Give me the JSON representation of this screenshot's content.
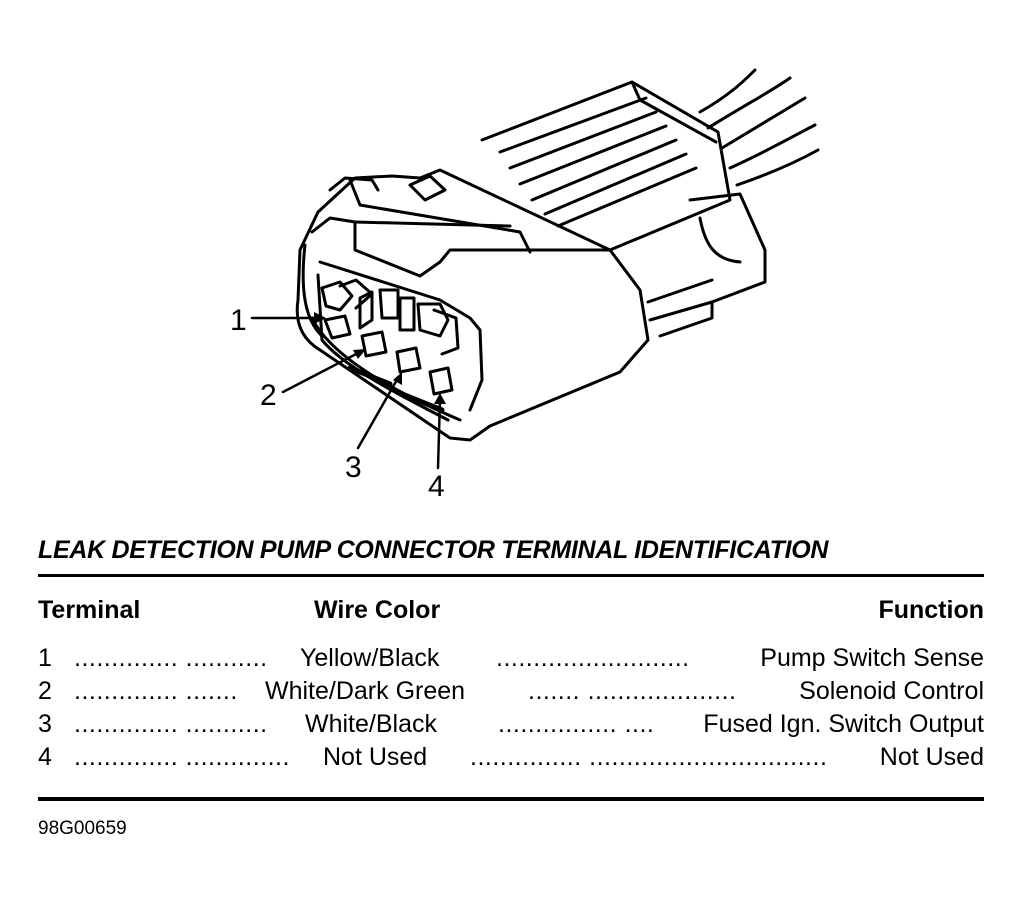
{
  "diagram": {
    "callouts": [
      "1",
      "2",
      "3",
      "4"
    ]
  },
  "table": {
    "title": "LEAK DETECTION PUMP CONNECTOR TERMINAL IDENTIFICATION",
    "headers": {
      "terminal": "Terminal",
      "wire_color": "Wire Color",
      "function": "Function"
    },
    "rows": [
      {
        "terminal": "1",
        "dots1": ".............. ...........",
        "wire_color": "Yellow/Black",
        "dots2": "..........................",
        "function": "Pump Switch Sense"
      },
      {
        "terminal": "2",
        "dots1": ".............. .......",
        "wire_color": "White/Dark Green",
        "dots2": "....... ....................",
        "function": "Solenoid Control"
      },
      {
        "terminal": "3",
        "dots1": ".............. ...........",
        "wire_color": "White/Black",
        "dots2": "................ ....",
        "function": "Fused Ign. Switch Output"
      },
      {
        "terminal": "4",
        "dots1": ".............. ..............",
        "wire_color": "Not Used",
        "dots2": "............... ................................",
        "function": "Not Used"
      }
    ]
  },
  "figure_code": "98G00659"
}
